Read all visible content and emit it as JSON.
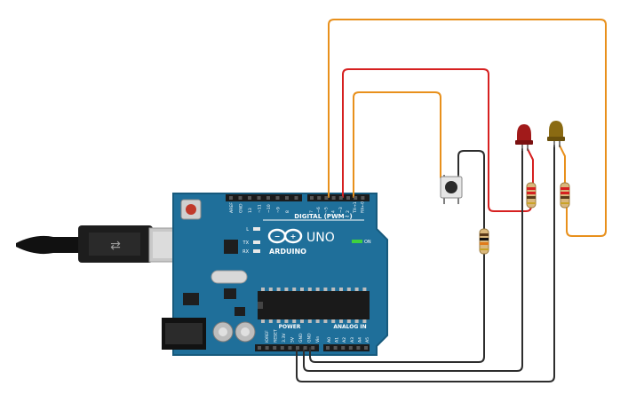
{
  "board": {
    "name": "UNO",
    "brand": "ARDUINO",
    "digital_header_label": "DIGITAL (PWM~)",
    "power_label": "POWER",
    "analog_label": "ANALOG IN",
    "on_label": "ON",
    "led_l": "L",
    "led_tx": "TX",
    "led_rx": "RX",
    "digital_pins": [
      "AREF",
      "GND",
      "13",
      "~11",
      "~10",
      "~9",
      "8",
      "7",
      "~6",
      "~5",
      "4",
      "~3",
      "2",
      "TX→1",
      "RX←0"
    ],
    "power_pins": [
      "IOREF",
      "RESET",
      "3.3V",
      "5V",
      "GND",
      "GND",
      "Vin"
    ],
    "analog_pins": [
      "A0",
      "A1",
      "A2",
      "A3",
      "A4",
      "A5"
    ]
  },
  "colors": {
    "board": "#1f6f9a",
    "board_edge": "#175a7d",
    "wire_orange": "#e8901c",
    "wire_red": "#d62020",
    "wire_black": "#2d2d2d",
    "led_red": "#a11a1a",
    "led_yellow": "#8a6a12",
    "background": "#ffffff"
  },
  "components": {
    "button": "pushbutton",
    "resistors": 3,
    "leds": [
      "red",
      "yellow"
    ]
  }
}
